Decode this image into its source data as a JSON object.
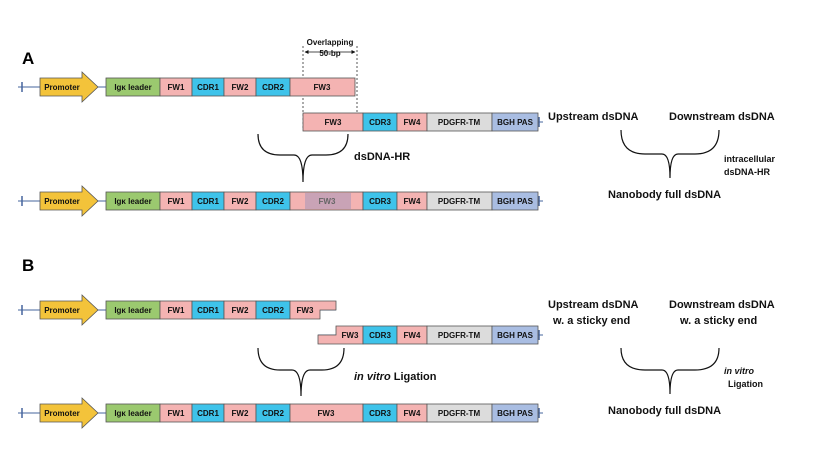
{
  "colors": {
    "promoter": "#f3c33a",
    "leader": "#9bc96f",
    "fw": "#f4b3b2",
    "cdr": "#3ec3ea",
    "pdgfr": "#dcdcdc",
    "bgh": "#a9bde2",
    "fw3_merged": "#c9a3b6",
    "dna_line": "#45649e"
  },
  "labels": {
    "promoter": "Promoter",
    "igk_leader": "Igκ leader",
    "fw1": "FW1",
    "cdr1": "CDR1",
    "fw2": "FW2",
    "cdr2": "CDR2",
    "fw3": "FW3",
    "cdr3": "CDR3",
    "fw4": "FW4",
    "pdgfr_tm": "PDGFR-TM",
    "bgh_pas": "BGH PAS"
  },
  "panel_a": {
    "letter": "A",
    "overlap_line1": "Overlapping",
    "overlap_line2": "50-bp",
    "junction_label": "dsDNA-HR",
    "upstream": "Upstream dsDNA",
    "downstream": "Downstream dsDNA",
    "process_line1": "intracellular",
    "process_line2": "dsDNA-HR",
    "result": "Nanobody full dsDNA"
  },
  "panel_b": {
    "letter": "B",
    "junction_italic": "in vitro",
    "junction_rest": " Ligation",
    "upstream_line1": "Upstream dsDNA",
    "upstream_line2": "w. a sticky end",
    "downstream_line1": "Downstream dsDNA",
    "downstream_line2": "w. a sticky end",
    "process_line1": "in vitro",
    "process_line2": "Ligation",
    "result": "Nanobody full dsDNA"
  }
}
